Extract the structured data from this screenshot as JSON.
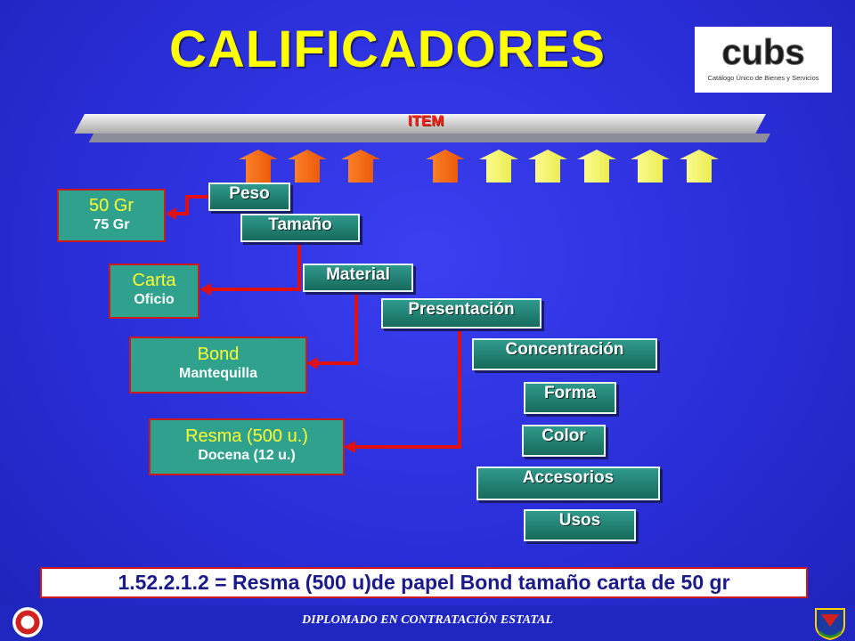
{
  "title": "CALIFICADORES",
  "logo": {
    "brand_text": "cubs",
    "caption": "Catálogo Único de Bienes y Servicios"
  },
  "item_bar": {
    "label": "ITEM"
  },
  "arrows": {
    "orange_count": 4,
    "yellow_count": 5,
    "orange_color": "#ff6a00",
    "yellow_color": "#ffff66"
  },
  "qualifiers": {
    "peso": "Peso",
    "tamano": "Tamaño",
    "material": "Material",
    "presentacion": "Presentación",
    "concentracion": "Concentración",
    "forma": "Forma",
    "color": "Color",
    "accesorios": "Accesorios",
    "usos": "Usos"
  },
  "values": {
    "peso": {
      "main": "50 Gr",
      "sub": "75 Gr"
    },
    "tamano": {
      "main": "Carta",
      "sub": "Oficio"
    },
    "material": {
      "main": "Bond",
      "sub": "Mantequilla"
    },
    "presentacion": {
      "main": "Resma (500 u.)",
      "sub": "Docena (12 u.)"
    }
  },
  "formula": "1.52.2.1.2 =  Resma (500 u)de papel Bond tamaño carta de 50 gr",
  "footer": "DIPLOMADO EN CONTRATACIÓN ESTATAL",
  "colors": {
    "background": "#2a2ed8",
    "title": "#ffff00",
    "connector": "#e01010",
    "tag": "#1f8a7a"
  }
}
